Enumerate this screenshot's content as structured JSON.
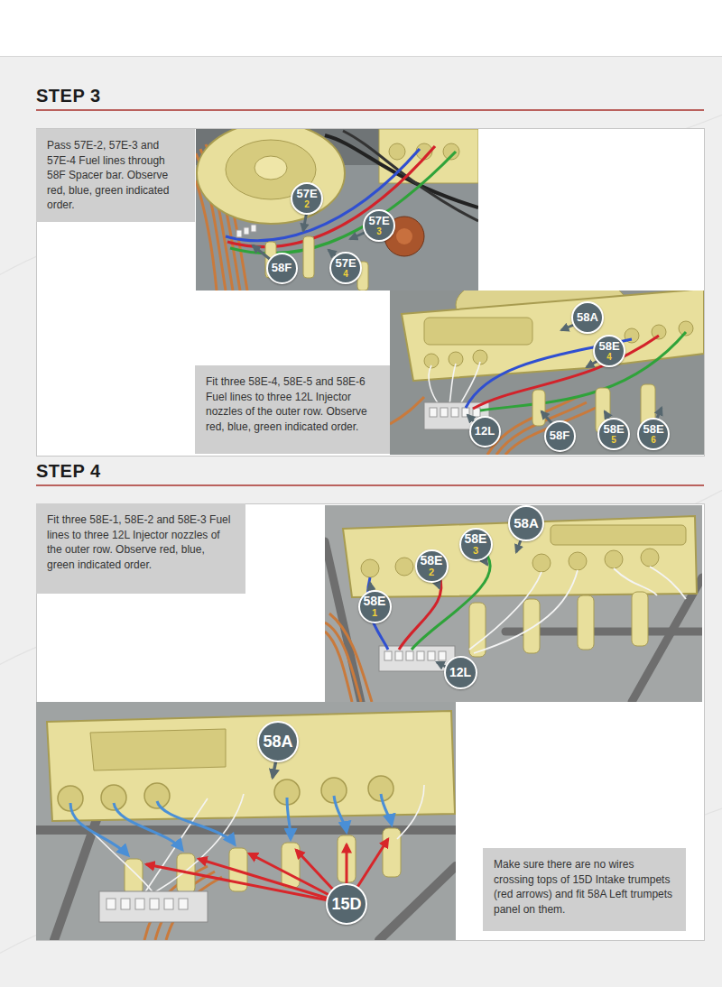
{
  "diagram": {
    "nodes": [
      {
        "text": [
          "Pass 57E-2, 57E-3 and 57E-4 Fuel lines through 58F Spacer bar. Observe red, blue, green indicated order."
        ]
      },
      {
        "text": [
          "57E",
          "2"
        ]
      },
      {
        "text": [
          "57E",
          "3"
        ]
      },
      {
        "text": [
          "58F"
        ]
      },
      {
        "text": [
          "57E",
          "4"
        ]
      },
      {
        "text": [
          "58A"
        ]
      },
      {
        "text": [
          "58E",
          "4"
        ]
      },
      {
        "text": [
          "Fit three 58E-4, 58E-5 and 58E-6 Fuel lines to three 12L Injector nozzles of the outer row. Observe red, blue, green indicated order."
        ]
      },
      {
        "text": [
          "12L"
        ]
      },
      {
        "text": [
          "58F"
        ]
      },
      {
        "text": [
          "58E",
          "5"
        ]
      },
      {
        "text": [
          "58E",
          "6"
        ]
      },
      {
        "text": [
          "Fit three 58E-1, 58E-2 and 58E-3 Fuel lines to three 12L Injector nozzles of the outer row. Observe red, blue, green indicated order."
        ]
      },
      {
        "text": [
          "58A"
        ]
      },
      {
        "text": [
          "58E",
          "3"
        ]
      },
      {
        "text": [
          "58E",
          "2"
        ]
      },
      {
        "text": [
          "58E",
          "1"
        ]
      },
      {
        "text": [
          "12L"
        ]
      },
      {
        "text": [
          "58A"
        ]
      },
      {
        "text": [
          "Make sure there are no wires crossing tops of 15D Intake trumpets (red arrows) and fit 58A Left trumpets panel on them."
        ]
      },
      {
        "text": [
          "15D"
        ]
      }
    ],
    "labels": [
      "STEP 3",
      "STEP 4"
    ]
  }
}
